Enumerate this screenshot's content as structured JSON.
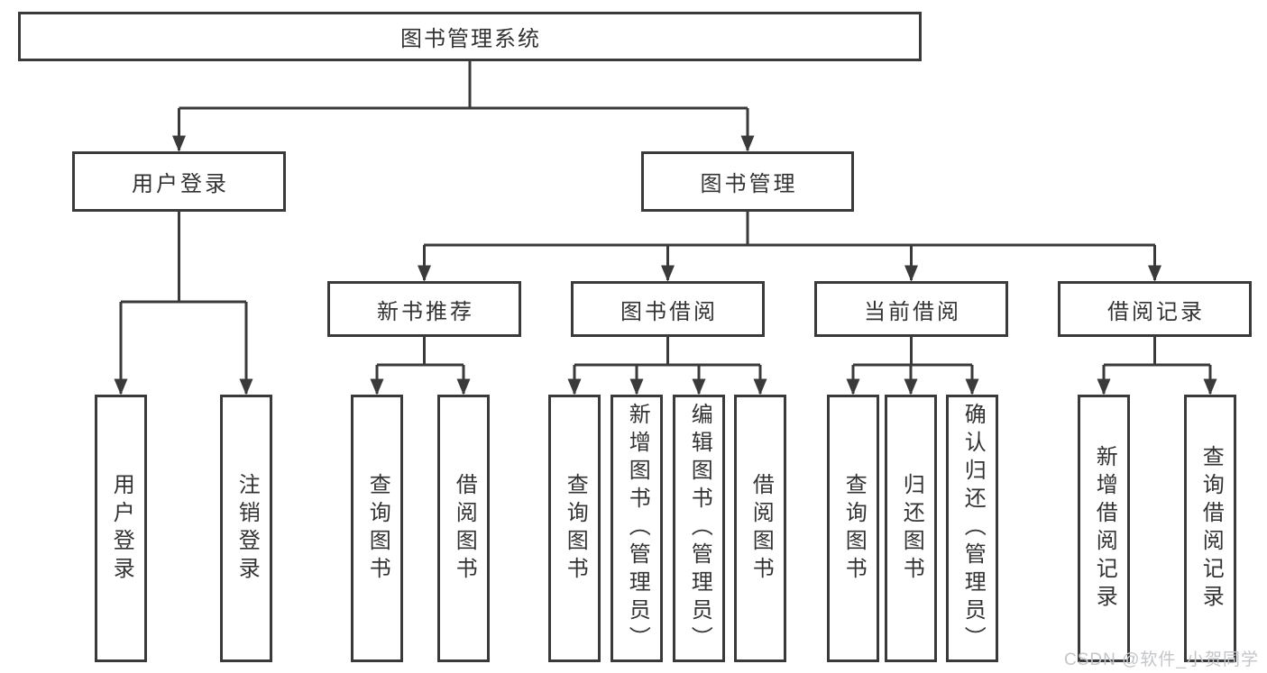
{
  "diagram": {
    "type": "hierarchy-tree",
    "colors": {
      "line": "#3a3a3a",
      "text": "#333333",
      "background": "#ffffff",
      "watermark": "#c3c5c8"
    },
    "nodes": {
      "root": "图书管理系统",
      "user_login": "用户登录",
      "book_mgmt": "图书管理",
      "new_book": "新书推荐",
      "book_borrow": "图书借阅",
      "current_borrow": "当前借阅",
      "borrow_record": "借阅记录"
    },
    "leaves": {
      "user_login": "用户登录",
      "logout": "注销登录",
      "nb_query": "查询图书",
      "nb_borrow": "借阅图书",
      "bb_query": "查询图书",
      "bb_add": "新增图书（管理员）",
      "bb_edit": "编辑图书（管理员）",
      "bb_borrow": "借阅图书",
      "cb_query": "查询图书",
      "cb_return": "归还图书",
      "cb_confirm": "确认归还（管理员）",
      "br_add": "新增借阅记录",
      "br_query": "查询借阅记录"
    },
    "edges": [
      [
        "root",
        "user_login"
      ],
      [
        "root",
        "book_mgmt"
      ],
      [
        "book_mgmt",
        "new_book"
      ],
      [
        "book_mgmt",
        "book_borrow"
      ],
      [
        "book_mgmt",
        "current_borrow"
      ],
      [
        "book_mgmt",
        "borrow_record"
      ],
      [
        "user_login",
        "leaf_user_login"
      ],
      [
        "user_login",
        "leaf_logout"
      ],
      [
        "new_book",
        "leaf_nb_query"
      ],
      [
        "new_book",
        "leaf_nb_borrow"
      ],
      [
        "book_borrow",
        "leaf_bb_query"
      ],
      [
        "book_borrow",
        "leaf_bb_add"
      ],
      [
        "book_borrow",
        "leaf_bb_edit"
      ],
      [
        "book_borrow",
        "leaf_bb_borrow"
      ],
      [
        "current_borrow",
        "leaf_cb_query"
      ],
      [
        "current_borrow",
        "leaf_cb_return"
      ],
      [
        "current_borrow",
        "leaf_cb_confirm"
      ],
      [
        "borrow_record",
        "leaf_br_add"
      ],
      [
        "borrow_record",
        "leaf_br_query"
      ]
    ]
  },
  "watermark": {
    "text": "CSDN @软件_小贺同学"
  }
}
